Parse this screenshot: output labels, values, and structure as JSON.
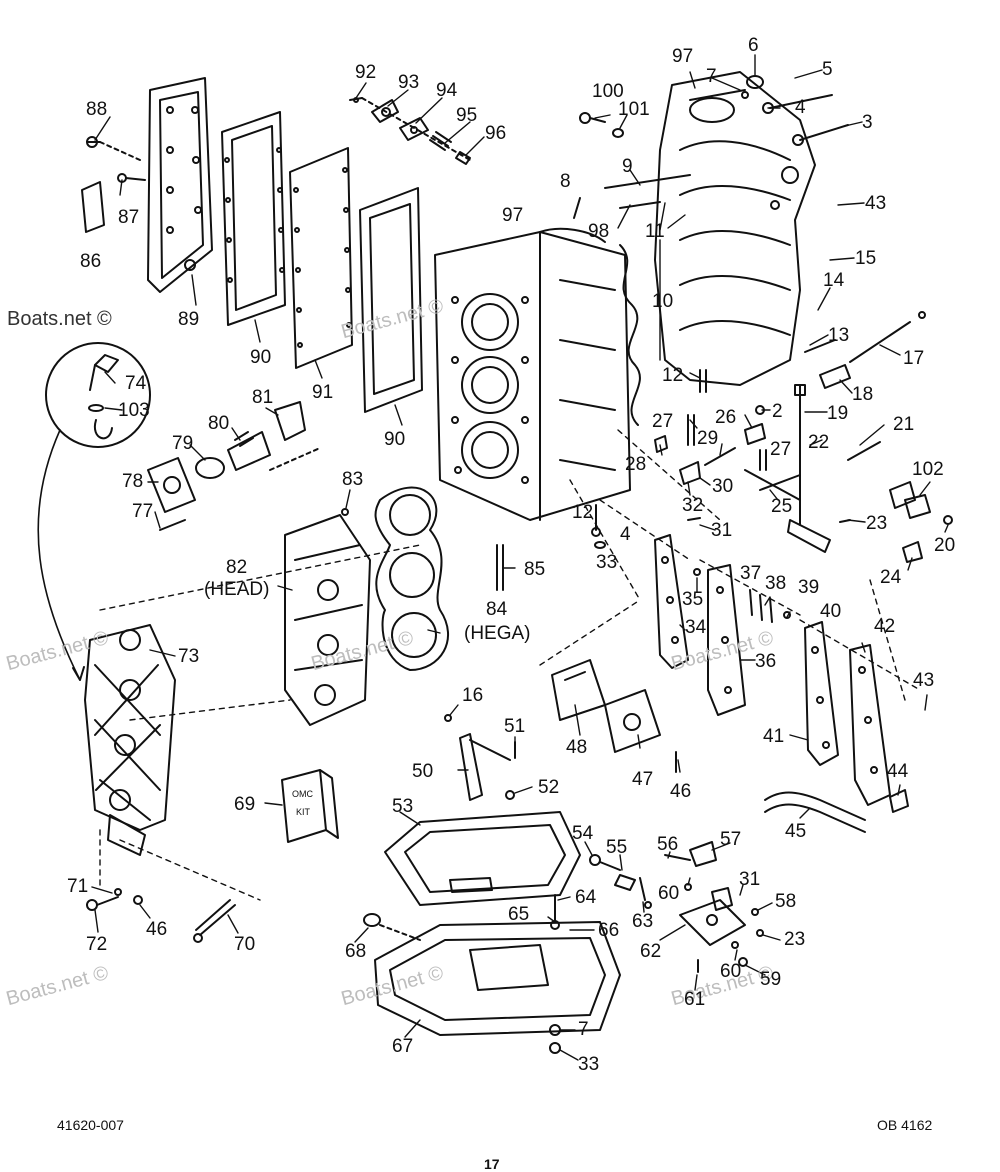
{
  "watermark": "Boats.net ©",
  "footer": {
    "left_code": "41620-007",
    "right_code": "OB 4162",
    "page_number": "17"
  },
  "callouts": {
    "p88": "88",
    "p87": "87",
    "p86": "86",
    "p89": "89",
    "p90a": "90",
    "p91": "91",
    "p90b": "90",
    "p92": "92",
    "p93": "93",
    "p94": "94",
    "p95": "95",
    "p96": "96",
    "p97a": "97",
    "p97b": "97",
    "p100": "100",
    "p101": "101",
    "p6": "6",
    "p7a": "7",
    "p5": "5",
    "p4a": "4",
    "p3": "3",
    "p8": "8",
    "p9": "9",
    "p98": "98",
    "p11": "11",
    "p43a": "43",
    "p15": "15",
    "p14": "14",
    "p10": "10",
    "p13": "13",
    "p17": "17",
    "p18": "18",
    "p12a": "12",
    "p2": "2",
    "p19": "19",
    "p26": "26",
    "p27a": "27",
    "p27b": "27",
    "p29": "29",
    "p28": "28",
    "p21": "21",
    "p22": "22",
    "p30": "30",
    "p32": "32",
    "p25": "25",
    "p12b": "12",
    "p4b": "4",
    "p33a": "33",
    "p31": "31",
    "p23a": "23",
    "p102": "102",
    "p20": "20",
    "p24": "24",
    "p74": "74",
    "p103": "103",
    "p81": "81",
    "p80": "80",
    "p79": "79",
    "p78": "78",
    "p77": "77",
    "p83": "83",
    "p82": "82",
    "head": "(HEAD)",
    "p84": "84",
    "hega": "(HEGA)",
    "p85": "85",
    "p73": "73",
    "p35": "35",
    "p37": "37",
    "p38": "38",
    "p39": "39",
    "p40": "40",
    "p34": "34",
    "p36": "36",
    "p42": "42",
    "p43b": "43",
    "p41": "41",
    "p16": "16",
    "p51": "51",
    "p50": "50",
    "p52": "52",
    "p48": "48",
    "p47": "47",
    "p46a": "46",
    "p44": "44",
    "p45": "45",
    "p69": "69",
    "p53": "53",
    "p54": "54",
    "p55": "55",
    "p56": "56",
    "p57": "57",
    "p60a": "60",
    "p31b": "31",
    "p58": "58",
    "p64": "64",
    "p65": "65",
    "p66": "66",
    "p63": "63",
    "p62": "62",
    "p23b": "23",
    "p60b": "60",
    "p59": "59",
    "p61": "61",
    "p71": "71",
    "p72": "72",
    "p46b": "46",
    "p70": "70",
    "p68": "68",
    "p67": "67",
    "p7b": "7",
    "p33b": "33"
  },
  "box69_text": [
    "OMC",
    "KIT"
  ]
}
